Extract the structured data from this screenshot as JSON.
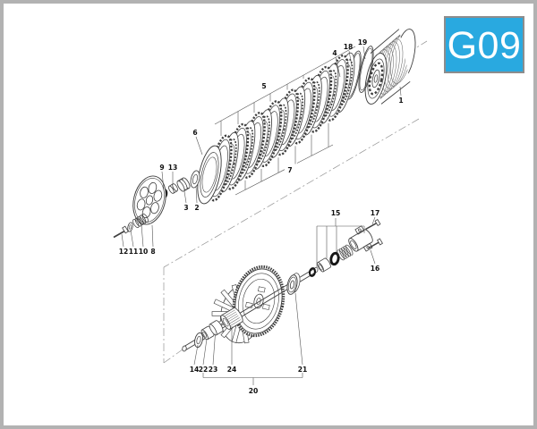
{
  "page": {
    "code": "G09",
    "colors": {
      "accent": "#29a9e0",
      "accent_border": "#8d8d8d",
      "frame": "#b2b2b2",
      "line": "#3f3f3f",
      "seal_dark": "#161616",
      "label": "#111111",
      "centerline": "#9a9a9a",
      "background": "#ffffff"
    }
  },
  "diagram": {
    "type": "exploded-parts-diagram",
    "subject": "clutch-assembly",
    "callouts": [
      {
        "n": "1"
      },
      {
        "n": "2"
      },
      {
        "n": "3"
      },
      {
        "n": "4"
      },
      {
        "n": "5"
      },
      {
        "n": "6"
      },
      {
        "n": "7"
      },
      {
        "n": "8"
      },
      {
        "n": "9"
      },
      {
        "n": "10"
      },
      {
        "n": "11"
      },
      {
        "n": "12"
      },
      {
        "n": "13"
      },
      {
        "n": "14"
      },
      {
        "n": "15"
      },
      {
        "n": "16"
      },
      {
        "n": "17"
      },
      {
        "n": "18"
      },
      {
        "n": "19"
      },
      {
        "n": "20"
      },
      {
        "n": "21"
      },
      {
        "n": "22"
      },
      {
        "n": "23"
      },
      {
        "n": "24"
      }
    ]
  }
}
